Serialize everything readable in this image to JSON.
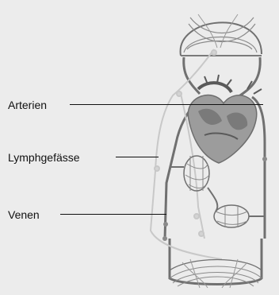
{
  "labels": {
    "arterien": "Arterien",
    "lymph": "Lymphgefässe",
    "venen": "Venen"
  },
  "colors": {
    "background": "#ececec",
    "vessel": "#707070",
    "vessel_light": "#b4b4b4",
    "heart": "#9c9c9c",
    "lymph": "#c8c8c8",
    "text": "#111111"
  }
}
